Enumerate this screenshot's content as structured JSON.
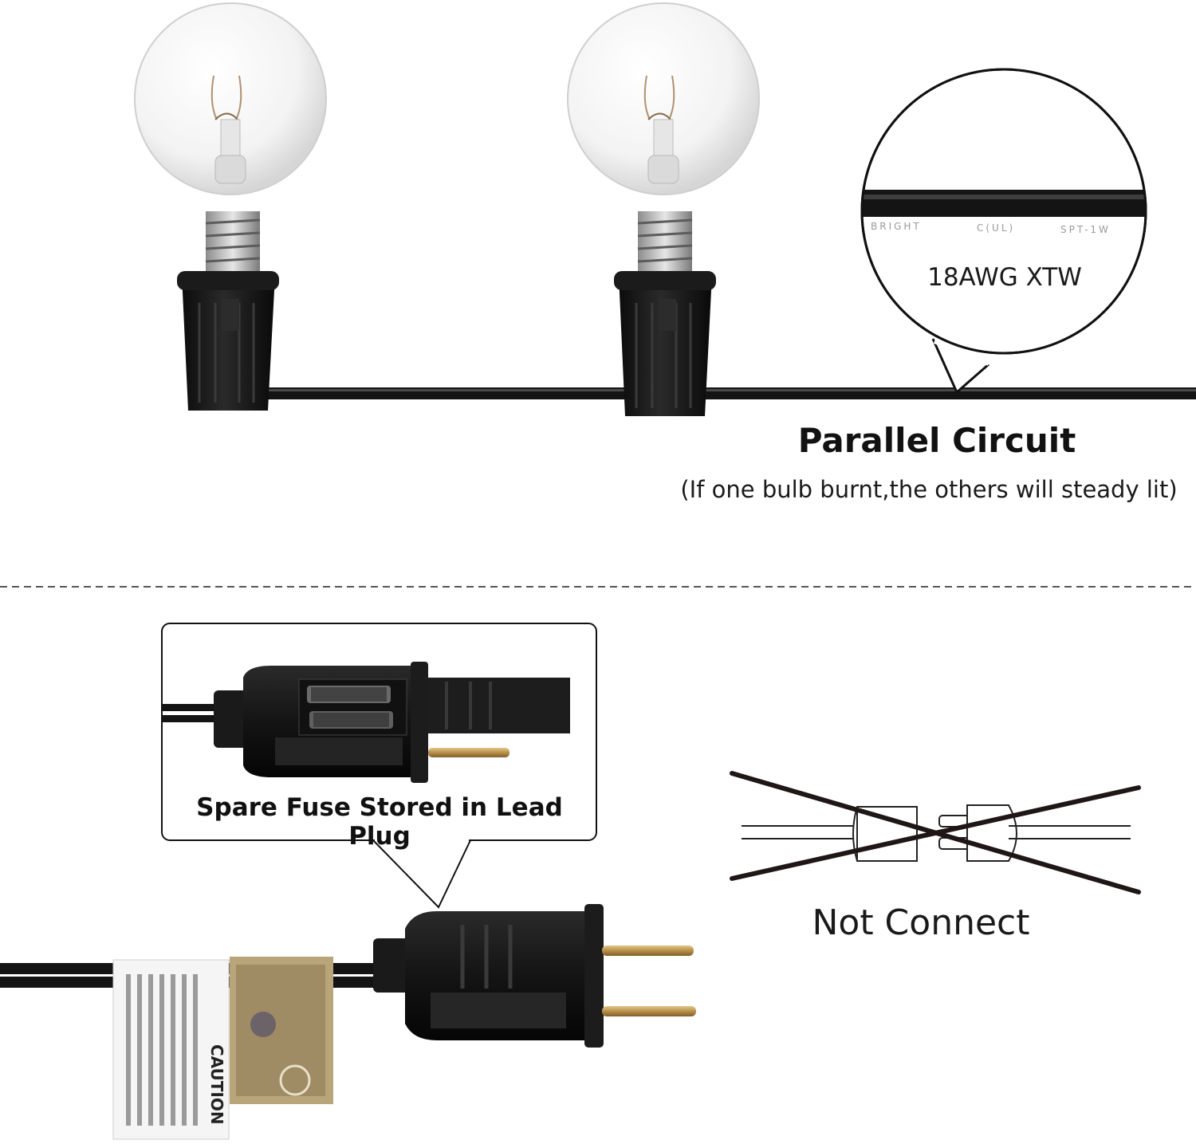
{
  "top": {
    "wire_label": "18AWG XTW",
    "wire_print": [
      "BRIGHT",
      "C(UL)",
      "SPT-1W"
    ],
    "title": "Parallel Circuit",
    "subtitle": "(If one bulb burnt,the others will steady lit)"
  },
  "bottom": {
    "fuse_caption": "Spare Fuse Stored in Lead Plug",
    "not_connect_label": "Not Connect",
    "cable_tag_text": "CAUTION"
  },
  "colors": {
    "background": "#ffffff",
    "cable": "#141414",
    "bulb_glass": "#f2f2f2",
    "brass_prong": "#b8904a",
    "divider": "#555555"
  }
}
